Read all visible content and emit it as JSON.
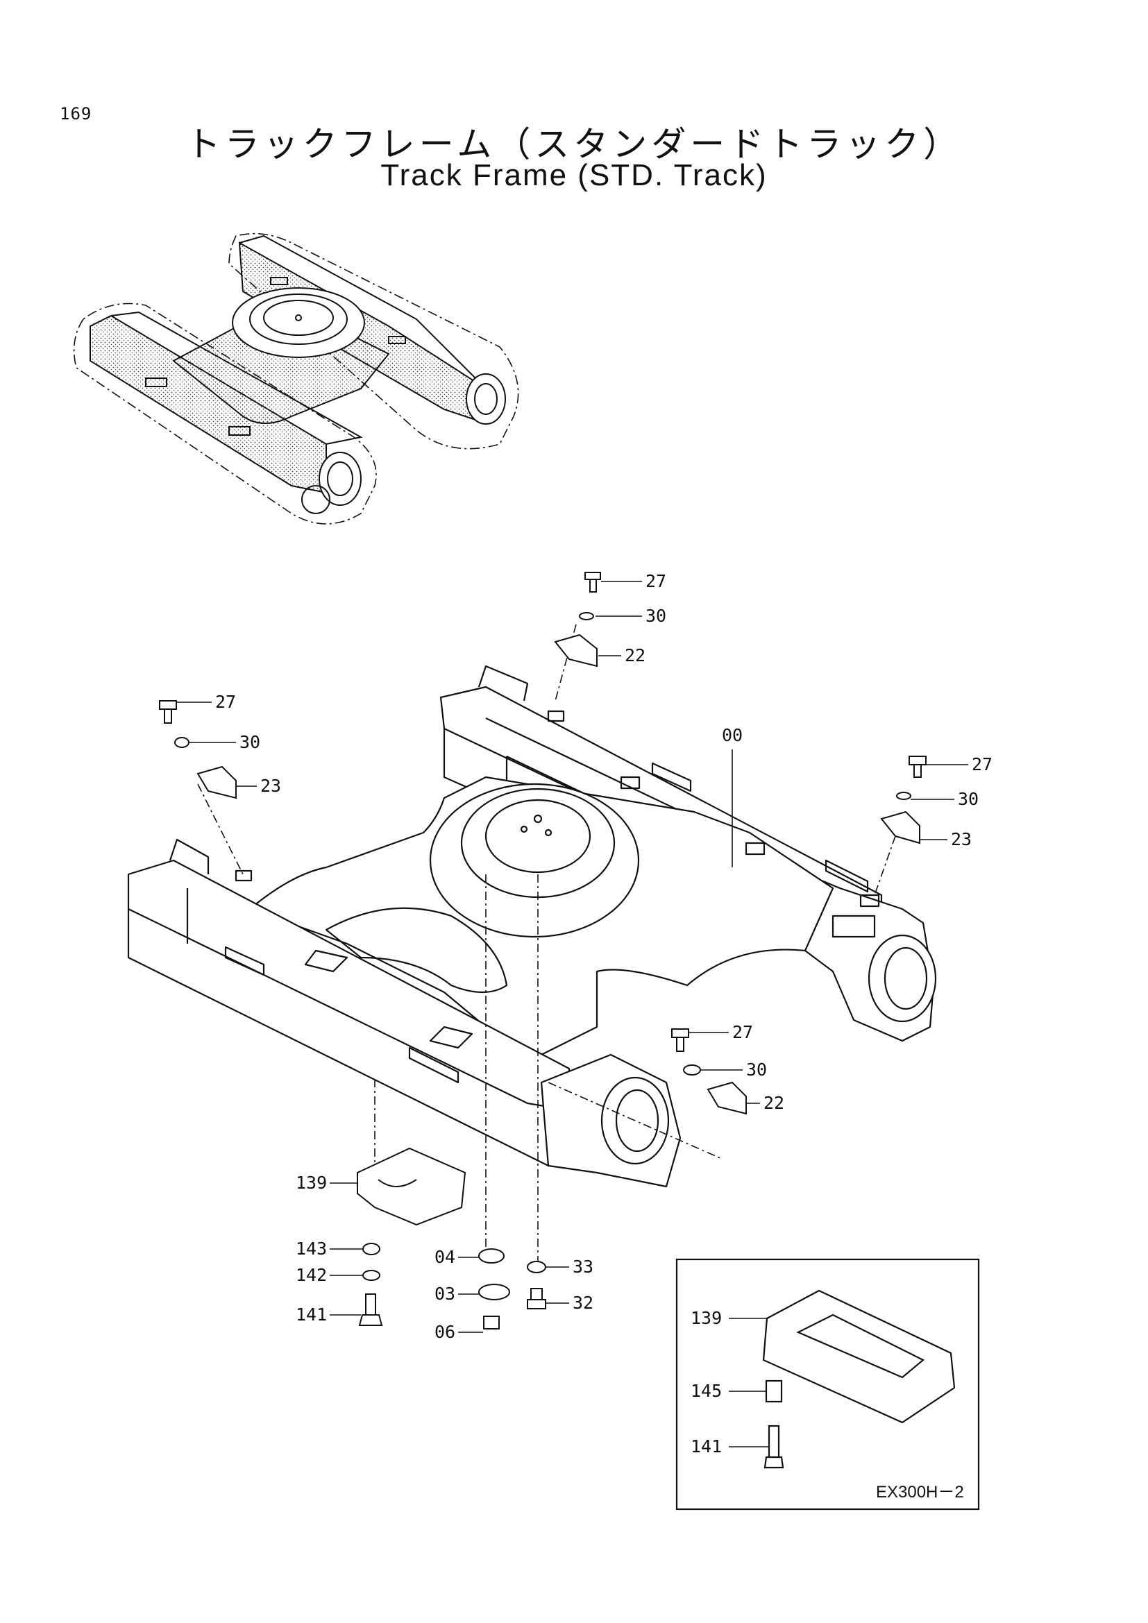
{
  "page_number": "169",
  "title_jp": "トラックフレーム（スタンダードトラック）",
  "title_en": "Track Frame (STD. Track)",
  "inset_code": "EX300H－2",
  "callouts": {
    "c27a": "27",
    "c30a": "30",
    "c22a": "22",
    "c27b": "27",
    "c30b": "30",
    "c23b": "23",
    "c00": "00",
    "c27c": "27",
    "c30c": "30",
    "c23c": "23",
    "c27d": "27",
    "c30d": "30",
    "c22d": "22",
    "c139": "139",
    "c143": "143",
    "c142": "142",
    "c141": "141",
    "c04": "04",
    "c03": "03",
    "c06": "06",
    "c33": "33",
    "c32": "32",
    "c139i": "139",
    "c145i": "145",
    "c141i": "141"
  }
}
